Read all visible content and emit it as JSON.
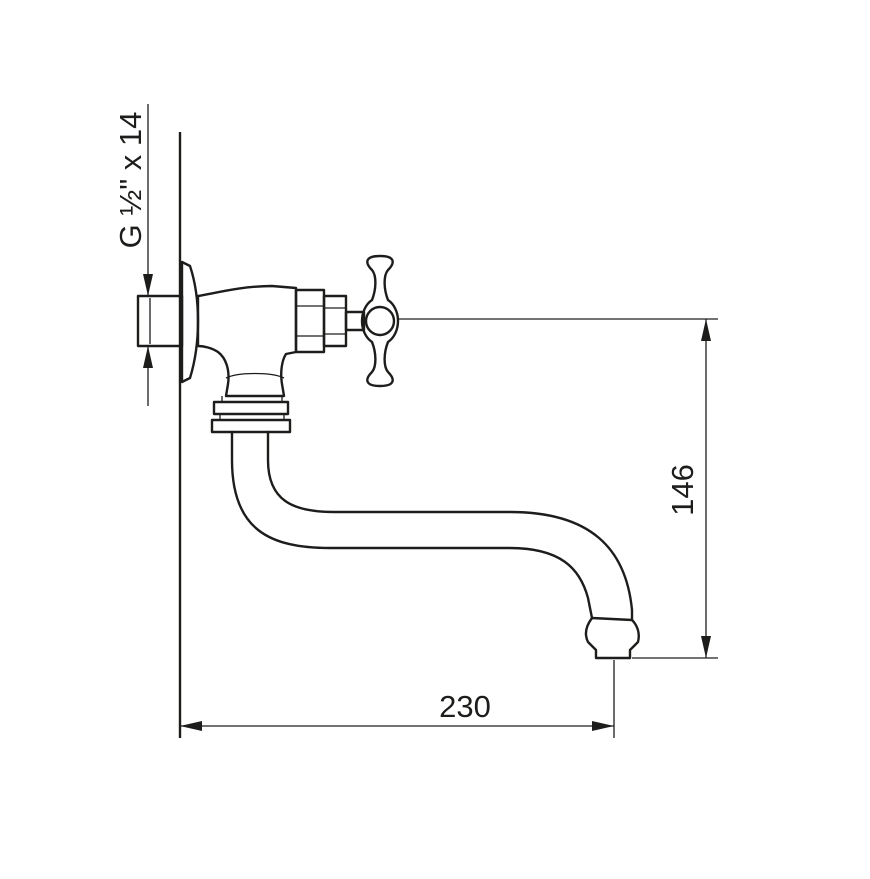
{
  "dimensions": {
    "thread": "G ½\" x 14",
    "height": "146",
    "length": "230"
  }
}
